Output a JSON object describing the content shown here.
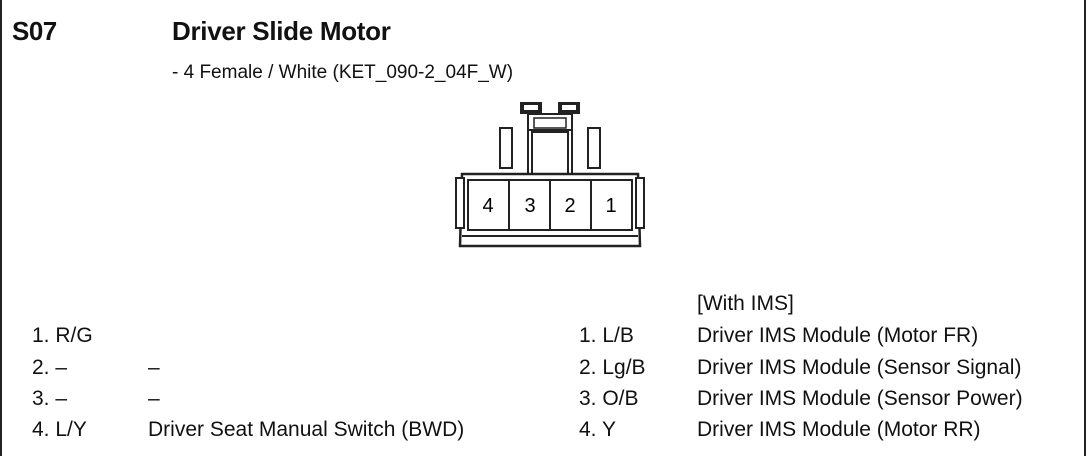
{
  "header": {
    "code": "S07",
    "title": "Driver Slide Motor",
    "subtitle": "- 4 Female / White (KET_090-2_04F_W)"
  },
  "connector": {
    "pins": [
      "4",
      "3",
      "2",
      "1"
    ]
  },
  "left_table": {
    "rows": [
      {
        "pin": "1. R/G",
        "desc": ""
      },
      {
        "pin": "2. –",
        "desc": "–"
      },
      {
        "pin": "3. –",
        "desc": "–"
      },
      {
        "pin": "4. L/Y",
        "desc": "Driver Seat Manual Switch (BWD)"
      }
    ]
  },
  "right_table": {
    "heading": "[With IMS]",
    "rows": [
      {
        "pin": "1. L/B",
        "desc": "Driver IMS Module (Motor FR)"
      },
      {
        "pin": "2. Lg/B",
        "desc": "Driver IMS Module (Sensor Signal)"
      },
      {
        "pin": "3. O/B",
        "desc": "Driver IMS Module (Sensor Power)"
      },
      {
        "pin": "4. Y",
        "desc": "Driver IMS Module (Motor RR)"
      }
    ]
  }
}
